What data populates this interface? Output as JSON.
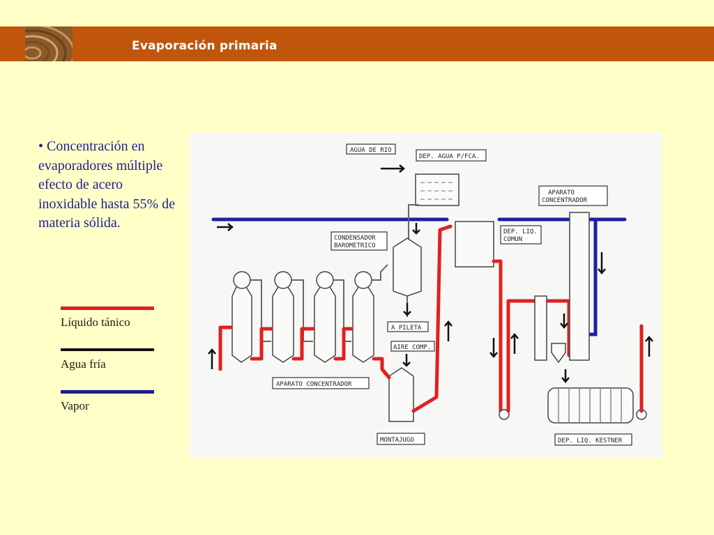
{
  "header": {
    "title": "Evaporación primaria"
  },
  "body_text": "• Concentración en evaporadores múltiple efecto de acero inoxidable hasta 55% de materia sólida.",
  "legend": [
    {
      "label": "Líquido tánico",
      "color": "#E02020"
    },
    {
      "label": "Agua fría",
      "color": "#111111"
    },
    {
      "label": "Vapor",
      "color": "#1E1E8C"
    }
  ],
  "diagram_labels": {
    "agua_rio": "AGUA DE RIO",
    "dep_agua": "DEP. AGUA P/FCA.",
    "aparato_concentrador_top_1": "APARATO",
    "aparato_concentrador_top_2": "CONCENTRADOR",
    "condensador_1": "CONDENSADOR",
    "condensador_2": "BAROMETRICO",
    "dep_liq_comun_1": "DEP. LIQ.",
    "dep_liq_comun_2": "COMUN",
    "a_pileta": "A PILETA",
    "aire_comp": "AIRE COMP.",
    "aparato_concentrador": "APARATO CONCENTRADOR",
    "montajugo": "MONTAJUGO",
    "dep_liq_kestner": "DEP. LIQ. KESTNER"
  }
}
